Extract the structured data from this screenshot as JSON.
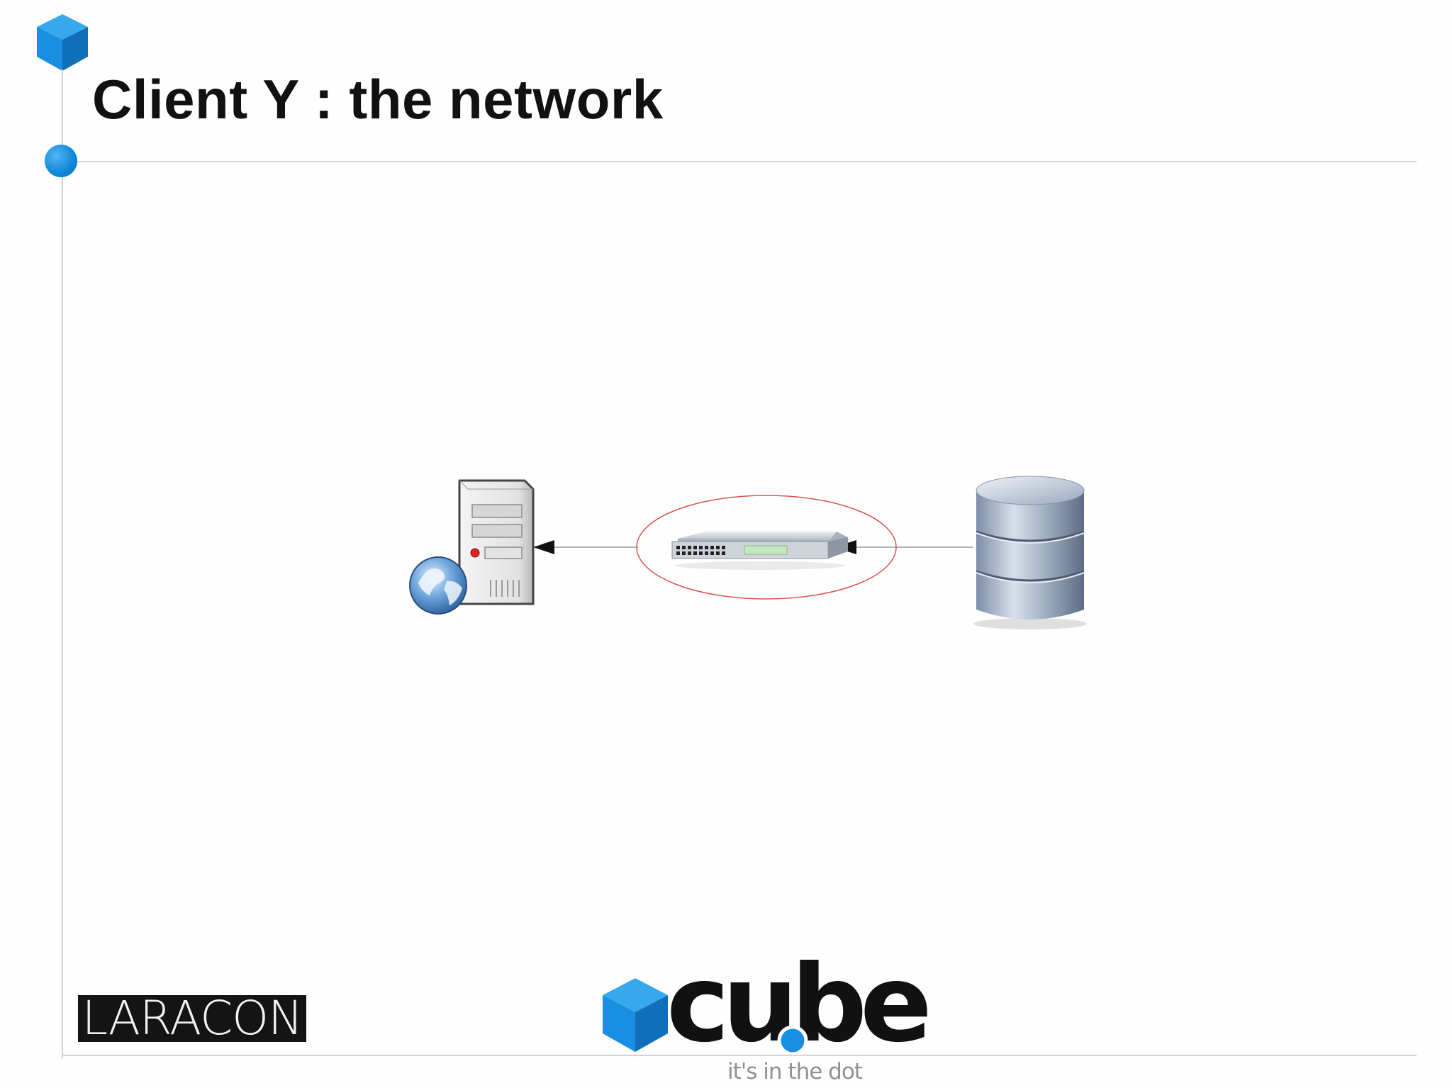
{
  "slide": {
    "title": "Client Y : the network"
  },
  "diagram": {
    "nodes": [
      {
        "id": "web-server",
        "icon": "web-server-icon"
      },
      {
        "id": "network-switch",
        "icon": "network-switch-icon",
        "highlighted": true
      },
      {
        "id": "database",
        "icon": "database-icon"
      }
    ],
    "edges": [
      {
        "from": "network-switch",
        "to": "web-server",
        "arrow": "end"
      },
      {
        "from": "database",
        "to": "network-switch",
        "arrow": "end"
      }
    ],
    "highlight_color": "#d9534f"
  },
  "footer": {
    "sponsor_logo": "LARACON",
    "brand_logo": "cube",
    "tagline": "it's in the dot"
  },
  "colors": {
    "accent_blue": "#1a8ee0",
    "title": "#111111",
    "rule": "#d4d4d4"
  }
}
